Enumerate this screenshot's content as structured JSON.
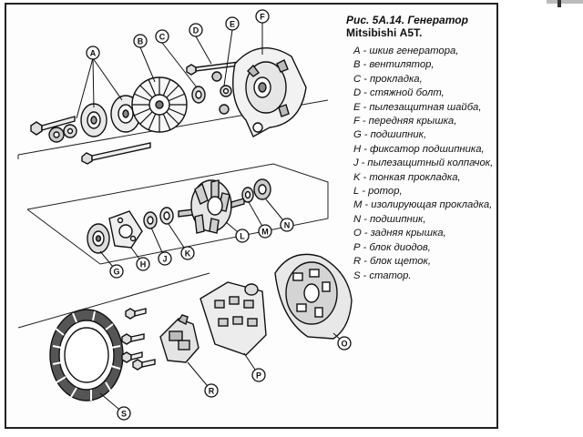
{
  "figure": {
    "title": "Рис. 5А.14. Генератор",
    "subtitle": "Mitsibishi А5Т."
  },
  "legend": [
    {
      "letter": "A",
      "text": "шкив генератора,"
    },
    {
      "letter": "B",
      "text": "вентилятор,"
    },
    {
      "letter": "C",
      "text": "прокладка,"
    },
    {
      "letter": "D",
      "text": "стяжной болт,"
    },
    {
      "letter": "E",
      "text": "пылезащитная шайба,"
    },
    {
      "letter": "F",
      "text": "передняя крышка,"
    },
    {
      "letter": "G",
      "text": "подшипник,"
    },
    {
      "letter": "H",
      "text": "фиксатор подшипника,"
    },
    {
      "letter": "J",
      "text": "пылезащитный колпачок,"
    },
    {
      "letter": "K",
      "text": "тонкая прокладка,"
    },
    {
      "letter": "L",
      "text": "ротор,"
    },
    {
      "letter": "M",
      "text": "изолирующая прокладка,"
    },
    {
      "letter": "N",
      "text": "подшипник,"
    },
    {
      "letter": "O",
      "text": "задняя крышка,"
    },
    {
      "letter": "P",
      "text": "блок диодов,"
    },
    {
      "letter": "R",
      "text": "блок щеток,"
    },
    {
      "letter": "S",
      "text": "статор."
    }
  ],
  "callouts": [
    "A",
    "B",
    "C",
    "D",
    "E",
    "F",
    "G",
    "H",
    "J",
    "K",
    "L",
    "M",
    "N",
    "O",
    "P",
    "R",
    "S"
  ]
}
